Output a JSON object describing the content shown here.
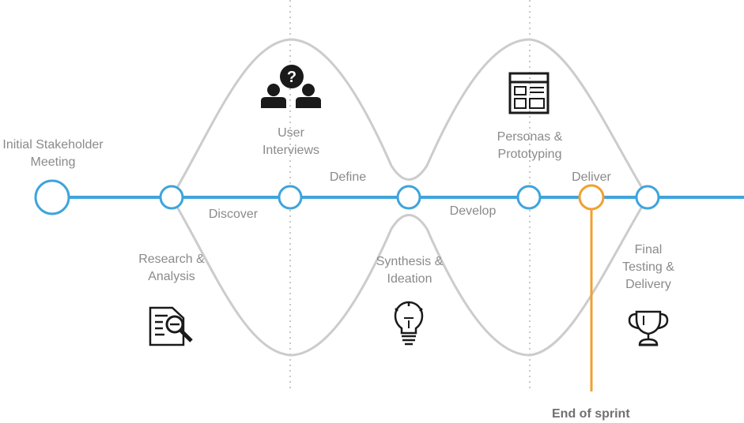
{
  "colors": {
    "timeline": "#3fa4dc",
    "diamond": "#cccccc",
    "divider": "#c8c8c8",
    "sprint": "#f0a030",
    "text": "#8a8a8a",
    "icon": "#1a1a1a"
  },
  "milestones": {
    "initial": "Initial Stakeholder\nMeeting",
    "research": "Research &\nAnalysis",
    "user_interviews": "User\nInterviews",
    "synthesis": "Synthesis &\nIdeation",
    "personas": "Personas &\nPrototyping",
    "final": "Final\nTesting &\nDelivery"
  },
  "phases": {
    "discover": "Discover",
    "define": "Define",
    "develop": "Develop",
    "deliver": "Deliver"
  },
  "end_of_sprint": "End of sprint",
  "icons": {
    "user_interviews": "people-question-icon",
    "research": "document-search-icon",
    "synthesis": "lightbulb-icon",
    "personas": "wireframe-layout-icon",
    "final": "trophy-icon"
  }
}
